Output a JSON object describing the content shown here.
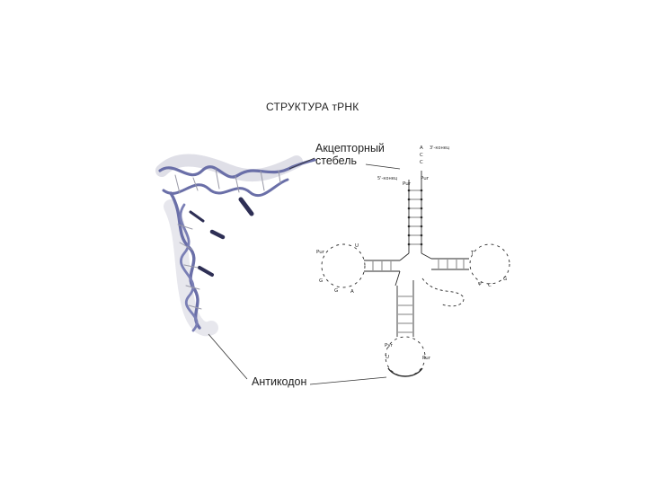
{
  "title": "СТРУКТУРА тРНК",
  "labels": {
    "acceptor_line1": "Акцепторный",
    "acceptor_line2": "стебель",
    "anticodon": "Антикодон"
  },
  "cloverleaf": {
    "three_prime_end": "3'-конец",
    "five_prime_end": "5'-конец",
    "terminal_sequence": [
      "A",
      "C",
      "C"
    ],
    "pur": "Pur",
    "pyr": "Pyr",
    "d_loop_letters": [
      "Pur",
      "G",
      "G",
      "A",
      "U"
    ],
    "tpsi_loop_letters": [
      "T",
      "ψ",
      "C",
      "G"
    ],
    "anticodon_loop_letters": [
      "Pyr",
      "U",
      "Pur"
    ]
  },
  "colors": {
    "ribbon": "#6a6fa8",
    "ribbon_dark": "#2e2f55",
    "line": "#2a2a2a",
    "background": "#ffffff"
  }
}
